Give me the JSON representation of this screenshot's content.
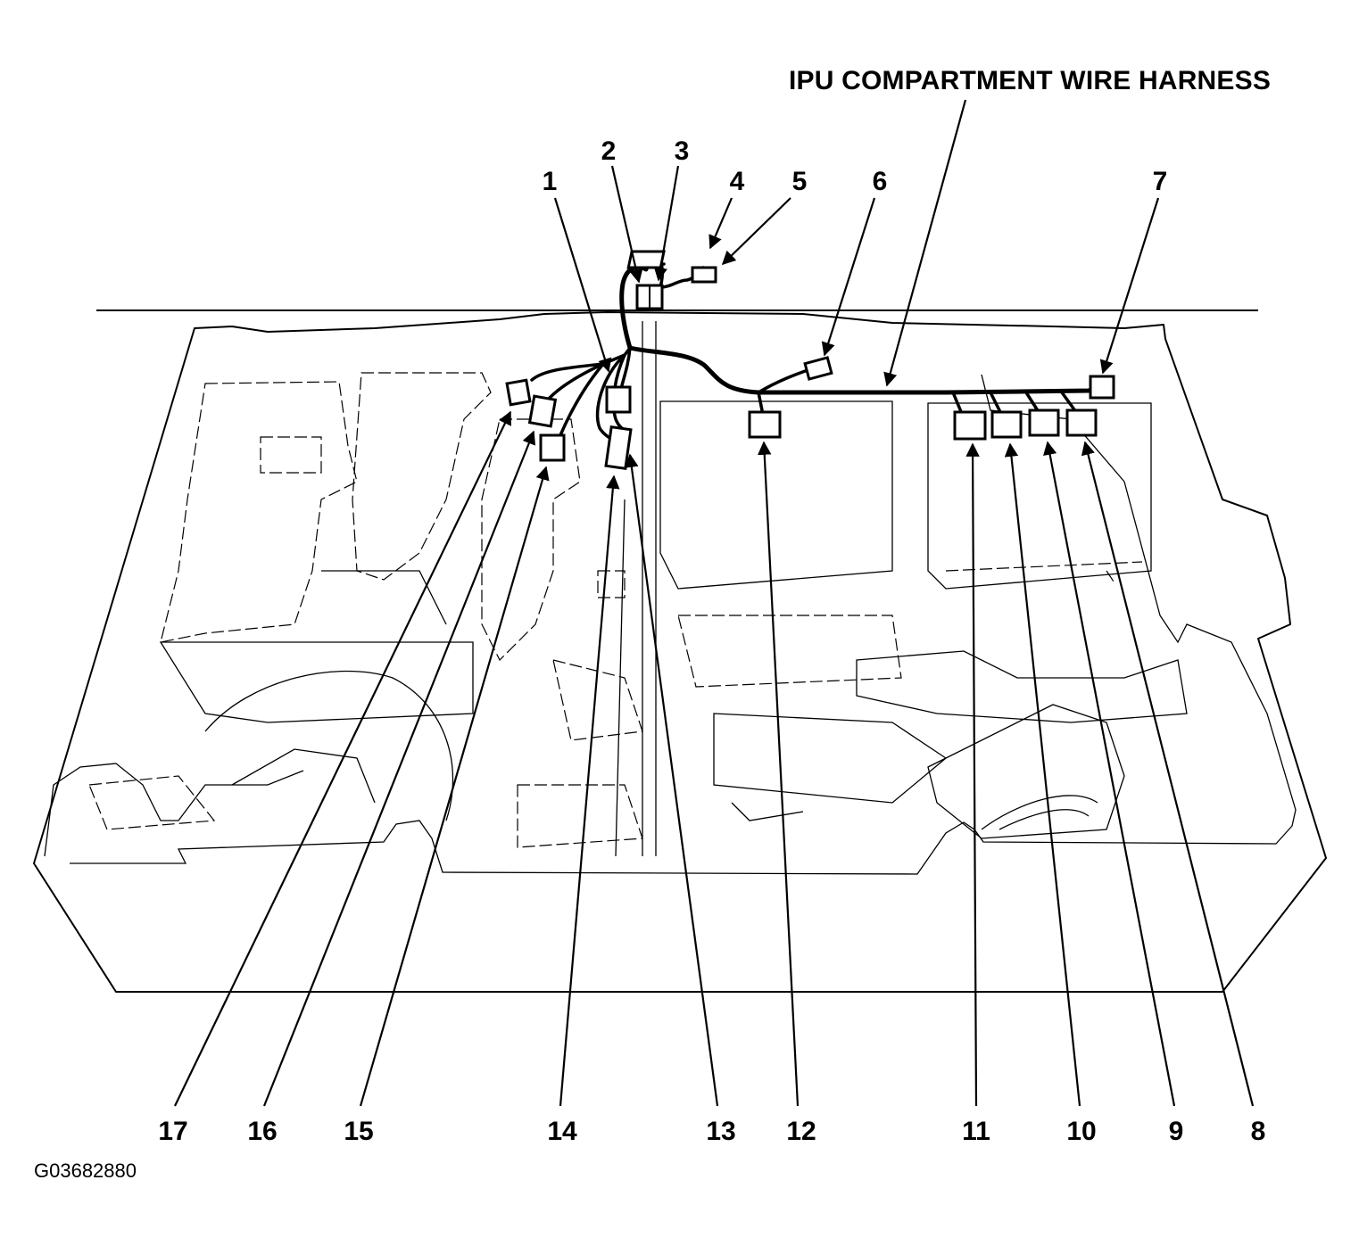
{
  "diagram": {
    "title": "IPU COMPARTMENT WIRE HARNESS",
    "figure_code": "G03682880",
    "callouts": [
      "1",
      "2",
      "3",
      "4",
      "5",
      "6",
      "7",
      "8",
      "9",
      "10",
      "11",
      "12",
      "13",
      "14",
      "15",
      "16",
      "17"
    ]
  }
}
